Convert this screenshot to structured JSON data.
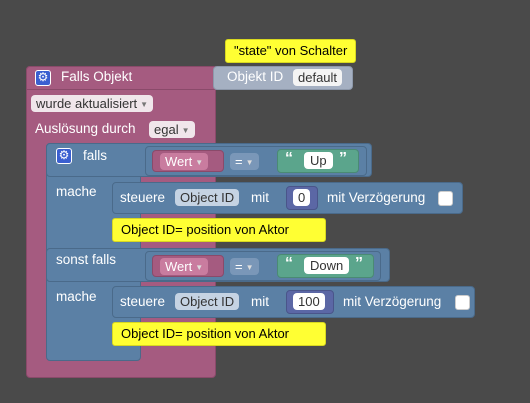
{
  "top_comment": "\"state\" von Schalter",
  "event": {
    "title": "Falls Objekt",
    "object_id_label": "Objekt ID",
    "object_id_value": "default",
    "trigger_value": "wurde aktualisiert",
    "ack_label": "Auslösung durch",
    "ack_value": "egal"
  },
  "if_block": {
    "if_label": "falls",
    "do_label": "mache",
    "elseif_label": "sonst falls",
    "do2_label": "mache"
  },
  "condition1": {
    "var": "Wert",
    "op": "=",
    "string": "Up"
  },
  "condition2": {
    "var": "Wert",
    "op": "=",
    "string": "Down"
  },
  "control1": {
    "prefix": "steuere",
    "object_id": "Object ID",
    "with_label": "mit",
    "value": "0",
    "delay_label": "mit Verzögerung"
  },
  "control2": {
    "prefix": "steuere",
    "object_id": "Object ID",
    "with_label": "mit",
    "value": "100",
    "delay_label": "mit Verzögerung"
  },
  "comment1": "Object ID= position von Aktor",
  "comment2": "Object ID= position von Aktor",
  "colors": {
    "background": "#4a4a4a",
    "event_block": "#a55b80",
    "control_block": "#5b80a5",
    "string_block": "#5ba58c",
    "number_block": "#5b67a5",
    "comment": "#ffff33"
  }
}
